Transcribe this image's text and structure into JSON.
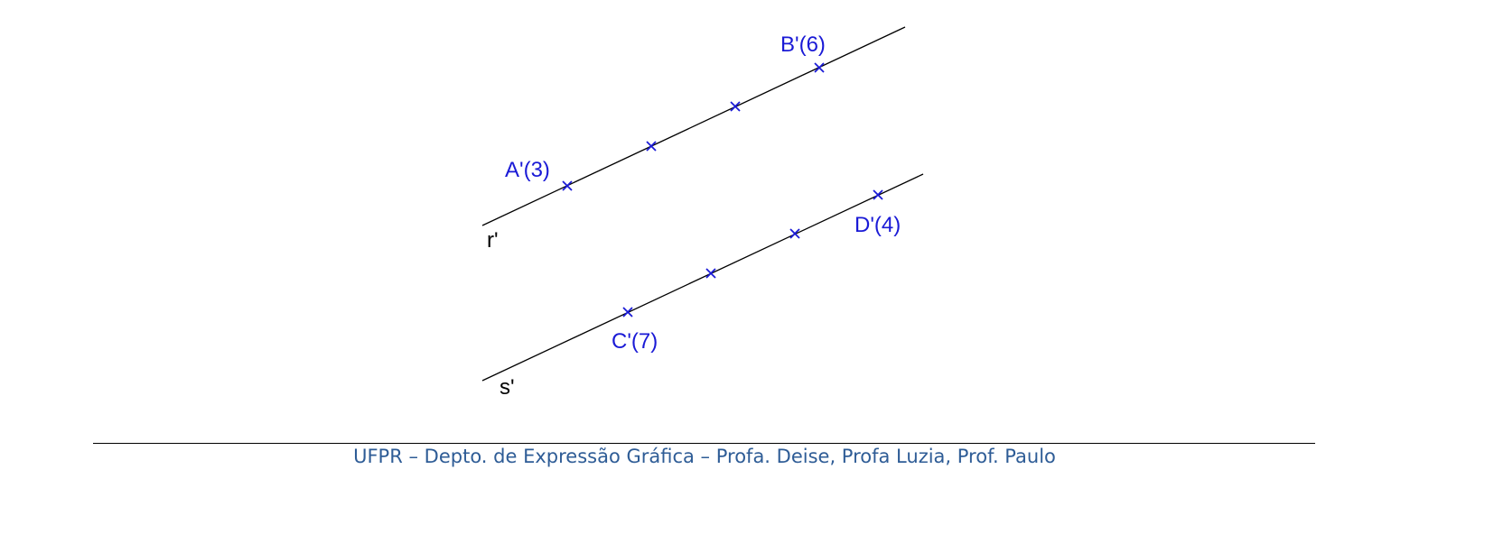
{
  "colors": {
    "line": "#000000",
    "marks": "#1a1ad6",
    "footer_text": "#2e5c96",
    "footer_rule": "#000000"
  },
  "lines": [
    {
      "id": "r",
      "label": "r'",
      "points": [
        {
          "label": "A'(3)",
          "named": true
        },
        {
          "label": "",
          "named": false
        },
        {
          "label": "",
          "named": false
        },
        {
          "label": "B'(6)",
          "named": true
        }
      ]
    },
    {
      "id": "s",
      "label": "s'",
      "points": [
        {
          "label": "C'(7)",
          "named": true
        },
        {
          "label": "",
          "named": false
        },
        {
          "label": "",
          "named": false
        },
        {
          "label": "D'(4)",
          "named": true
        }
      ]
    }
  ],
  "footer": {
    "text": "UFPR – Depto. de Expressão Gráfica – Profa. Deise, Profa Luzia, Prof. Paulo"
  }
}
